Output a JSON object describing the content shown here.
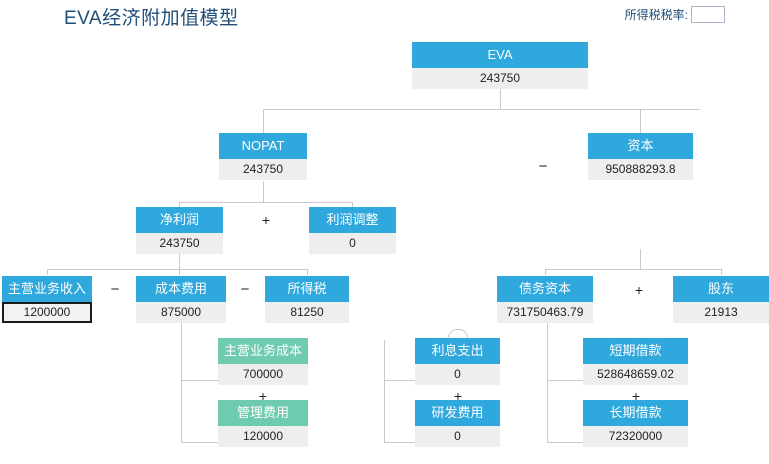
{
  "header": {
    "title": "EVA经济附加值模型",
    "tax_label": "所得税税率:",
    "tax_value": "",
    "tax_placeholder": ""
  },
  "operators": {
    "plus": "+",
    "minus": "−"
  },
  "colors": {
    "node_header_blue": "#2ea8dd",
    "node_header_green": "#6fcbb0",
    "node_value_bg": "#eeeeee",
    "title_blue": "#1f4e79",
    "connector_gray": "#c9c9c9"
  },
  "chart_data": {
    "type": "diagram",
    "title": "EVA经济附加值模型",
    "orientation": "top-down-tree",
    "nodes": [
      {
        "id": "eva",
        "label": "EVA",
        "value": "243750",
        "color": "blue",
        "level": 0
      },
      {
        "id": "nopat",
        "label": "NOPAT",
        "value": "243750",
        "color": "blue",
        "level": 1
      },
      {
        "id": "capital",
        "label": "资本",
        "value": "950888293.8",
        "color": "blue",
        "level": 1
      },
      {
        "id": "netprofit",
        "label": "净利润",
        "value": "243750",
        "color": "blue",
        "level": 2
      },
      {
        "id": "adjust",
        "label": "利润调整",
        "value": "0",
        "color": "blue",
        "level": 2
      },
      {
        "id": "debtcap",
        "label": "债务资本",
        "value": "731750463.79",
        "color": "blue",
        "level": 2
      },
      {
        "id": "equitycap",
        "label": "股东",
        "value": "21913",
        "color": "blue",
        "level": 2,
        "clipped": true
      },
      {
        "id": "revenue",
        "label": "主营业务收入",
        "value": "1200000",
        "color": "blue",
        "level": 3,
        "focused": true
      },
      {
        "id": "cost",
        "label": "成本费用",
        "value": "875000",
        "color": "blue",
        "level": 3
      },
      {
        "id": "incometax",
        "label": "所得税",
        "value": "81250",
        "color": "blue",
        "level": 3
      },
      {
        "id": "maincost",
        "label": "主营业务成本",
        "value": "700000",
        "color": "green",
        "level": 4
      },
      {
        "id": "admincost",
        "label": "管理费用",
        "value": "120000",
        "color": "green",
        "level": 4
      },
      {
        "id": "interest",
        "label": "利息支出",
        "value": "0",
        "color": "blue",
        "level": 4
      },
      {
        "id": "rnd",
        "label": "研发费用",
        "value": "0",
        "color": "blue",
        "level": 4
      },
      {
        "id": "shortloan",
        "label": "短期借款",
        "value": "528648659.02",
        "color": "blue",
        "level": 4
      },
      {
        "id": "longloan",
        "label": "长期借款",
        "value": "72320000",
        "color": "blue",
        "level": 4
      }
    ],
    "operators": [
      {
        "id": "op-eva",
        "symbol": "−",
        "between": [
          "nopat",
          "capital"
        ]
      },
      {
        "id": "op-nopat",
        "symbol": "+",
        "between": [
          "netprofit",
          "adjust"
        ]
      },
      {
        "id": "op-np-1",
        "symbol": "−",
        "between": [
          "revenue",
          "cost"
        ]
      },
      {
        "id": "op-np-2",
        "symbol": "−",
        "between": [
          "cost",
          "incometax"
        ]
      },
      {
        "id": "op-cost",
        "symbol": "+",
        "between": [
          "maincost",
          "admincost"
        ]
      },
      {
        "id": "op-adjust",
        "symbol": "+",
        "between": [
          "interest",
          "rnd"
        ]
      },
      {
        "id": "op-capital",
        "symbol": "+",
        "between": [
          "debtcap",
          "equitycap"
        ]
      },
      {
        "id": "op-debt",
        "symbol": "+",
        "between": [
          "shortloan",
          "longloan"
        ]
      }
    ]
  }
}
